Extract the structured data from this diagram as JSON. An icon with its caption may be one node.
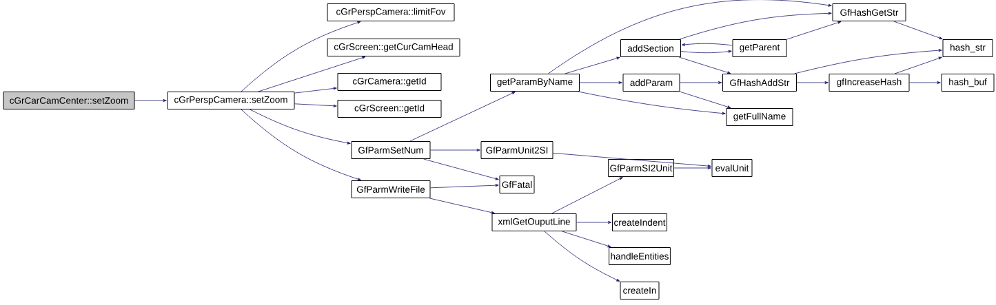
{
  "diagram": {
    "nodes": [
      {
        "text": [
          "cGrCarCamCenter::setZoom"
        ]
      },
      {
        "text": [
          "cGrPerspCamera::setZoom"
        ]
      },
      {
        "text": [
          "cGrPerspCamera::limitFov"
        ]
      },
      {
        "text": [
          "cGrScreen::getCurCamHead"
        ]
      },
      {
        "text": [
          "cGrCamera::getId"
        ]
      },
      {
        "text": [
          "cGrScreen::getId"
        ]
      },
      {
        "text": [
          "GfParmSetNum"
        ]
      },
      {
        "text": [
          "GfParmWriteFile"
        ]
      },
      {
        "text": [
          "getParamByName"
        ]
      },
      {
        "text": [
          "addSection"
        ]
      },
      {
        "text": [
          "getParent"
        ]
      },
      {
        "text": [
          "addParam"
        ]
      },
      {
        "text": [
          "GfHashGetStr"
        ]
      },
      {
        "text": [
          "GfHashAddStr"
        ]
      },
      {
        "text": [
          "getFullName"
        ]
      },
      {
        "text": [
          "hash_str"
        ]
      },
      {
        "text": [
          "gfIncreaseHash"
        ]
      },
      {
        "text": [
          "hash_buf"
        ]
      },
      {
        "text": [
          "GfParmUnit2SI"
        ]
      },
      {
        "text": [
          "evalUnit"
        ]
      },
      {
        "text": [
          "GfFatal"
        ]
      },
      {
        "text": [
          "GfParmSI2Unit"
        ]
      },
      {
        "text": [
          "xmlGetOuputLine"
        ]
      },
      {
        "text": [
          "createIndent"
        ]
      },
      {
        "text": [
          "handleEntities"
        ]
      },
      {
        "text": [
          "createIn"
        ]
      }
    ],
    "edges": [
      {
        "from": 0,
        "to": 1,
        "arrow": "to"
      },
      {
        "from": 1,
        "to": 2,
        "arrow": "to"
      },
      {
        "from": 1,
        "to": 3,
        "arrow": "to"
      },
      {
        "from": 1,
        "to": 4,
        "arrow": "to"
      },
      {
        "from": 1,
        "to": 5,
        "arrow": "to"
      },
      {
        "from": 1,
        "to": 6,
        "arrow": "to"
      },
      {
        "from": 1,
        "to": 7,
        "arrow": "to"
      },
      {
        "from": 6,
        "to": 8,
        "arrow": "to"
      },
      {
        "from": 6,
        "to": 18,
        "arrow": "to"
      },
      {
        "from": 6,
        "to": 20,
        "arrow": "to"
      },
      {
        "from": 7,
        "to": 20,
        "arrow": "to"
      },
      {
        "from": 7,
        "to": 22,
        "arrow": "to"
      },
      {
        "from": 8,
        "to": 12,
        "arrow": "to"
      },
      {
        "from": 8,
        "to": 9,
        "arrow": "to"
      },
      {
        "from": 8,
        "to": 11,
        "arrow": "to"
      },
      {
        "from": 8,
        "to": 14,
        "arrow": "to"
      },
      {
        "from": 9,
        "to": 12,
        "arrow": "to"
      },
      {
        "from": 9,
        "to": 10,
        "arrow": "to"
      },
      {
        "from": 9,
        "to": 13,
        "arrow": "to"
      },
      {
        "from": 10,
        "to": 9,
        "arrow": "to"
      },
      {
        "from": 10,
        "to": 12,
        "arrow": "to"
      },
      {
        "from": 11,
        "to": 13,
        "arrow": "to"
      },
      {
        "from": 11,
        "to": 14,
        "arrow": "to"
      },
      {
        "from": 12,
        "to": 15,
        "arrow": "to"
      },
      {
        "from": 13,
        "to": 15,
        "arrow": "to"
      },
      {
        "from": 13,
        "to": 16,
        "arrow": "to"
      },
      {
        "from": 16,
        "to": 15,
        "arrow": "to"
      },
      {
        "from": 16,
        "to": 17,
        "arrow": "to"
      },
      {
        "from": 18,
        "to": 19,
        "arrow": "to"
      },
      {
        "from": 22,
        "to": 21,
        "arrow": "to"
      },
      {
        "from": 22,
        "to": 23,
        "arrow": "to"
      },
      {
        "from": 22,
        "to": 24,
        "arrow": "to"
      },
      {
        "from": 22,
        "to": 25,
        "arrow": "to"
      },
      {
        "from": 21,
        "to": 19,
        "arrow": "to"
      }
    ]
  }
}
